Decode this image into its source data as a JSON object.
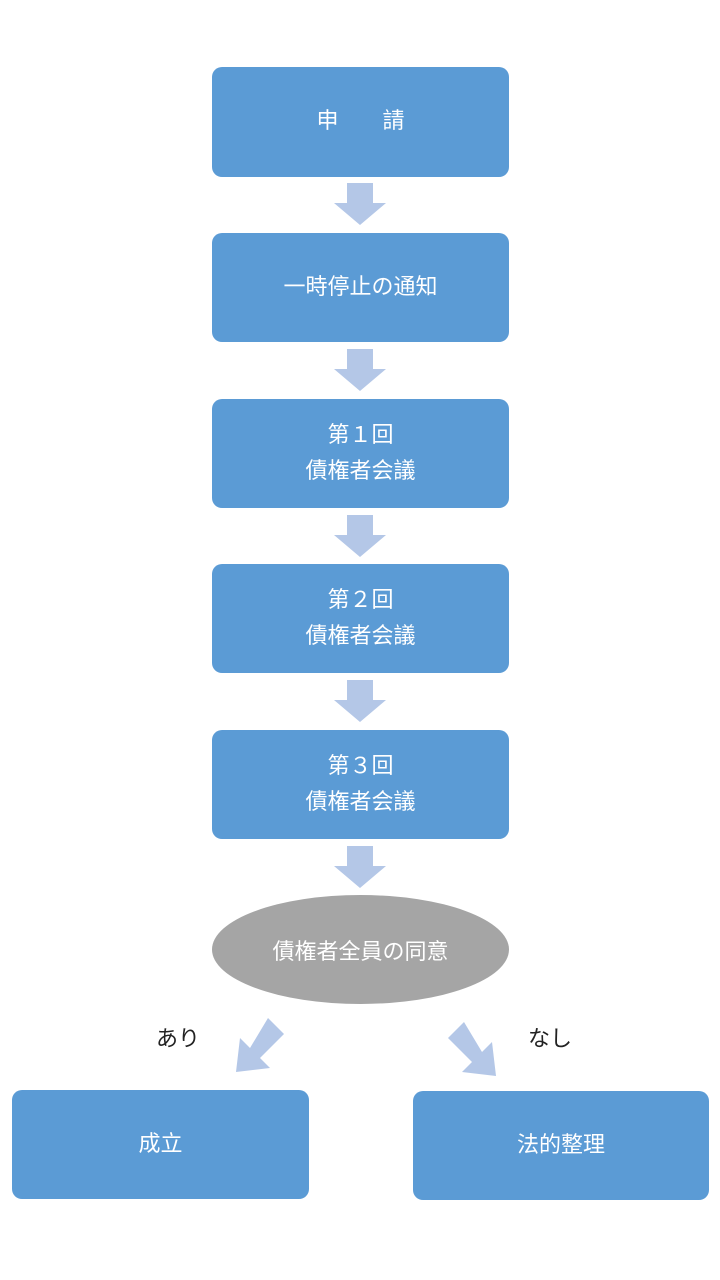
{
  "steps": [
    {
      "lines": [
        "申　　請"
      ]
    },
    {
      "lines": [
        "一時停止の通知"
      ]
    },
    {
      "lines": [
        "第１回",
        "債権者会議"
      ]
    },
    {
      "lines": [
        "第２回",
        "債権者会議"
      ]
    },
    {
      "lines": [
        "第３回",
        "債権者会議"
      ]
    }
  ],
  "decision": "債権者全員の同意",
  "branches": {
    "yes": {
      "label": "あり",
      "result": "成立"
    },
    "no": {
      "label": "なし",
      "result": "法的整理"
    }
  },
  "colors": {
    "box": "#5b9bd5",
    "arrow": "#b4c7e7",
    "decision": "#a5a5a5"
  }
}
